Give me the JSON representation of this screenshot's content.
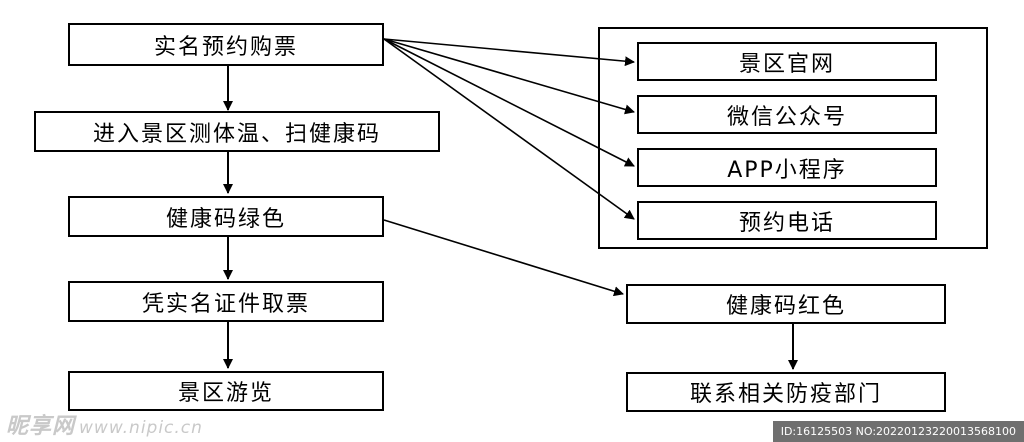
{
  "flow": {
    "step1": "实名预约购票",
    "step2": "进入景区测体温、扫健康码",
    "step3": "健康码绿色",
    "step4": "凭实名证件取票",
    "step5": "景区游览"
  },
  "channels": {
    "items": [
      "景区官网",
      "微信公众号",
      "APP小程序",
      "预约电话"
    ]
  },
  "alternate": {
    "red": "健康码红色",
    "contact": "联系相关防疫部门"
  },
  "watermark": {
    "brand": "昵享网",
    "url": "www.nipic.cn",
    "id": "ID:16125503 NO:20220123220013568100"
  }
}
